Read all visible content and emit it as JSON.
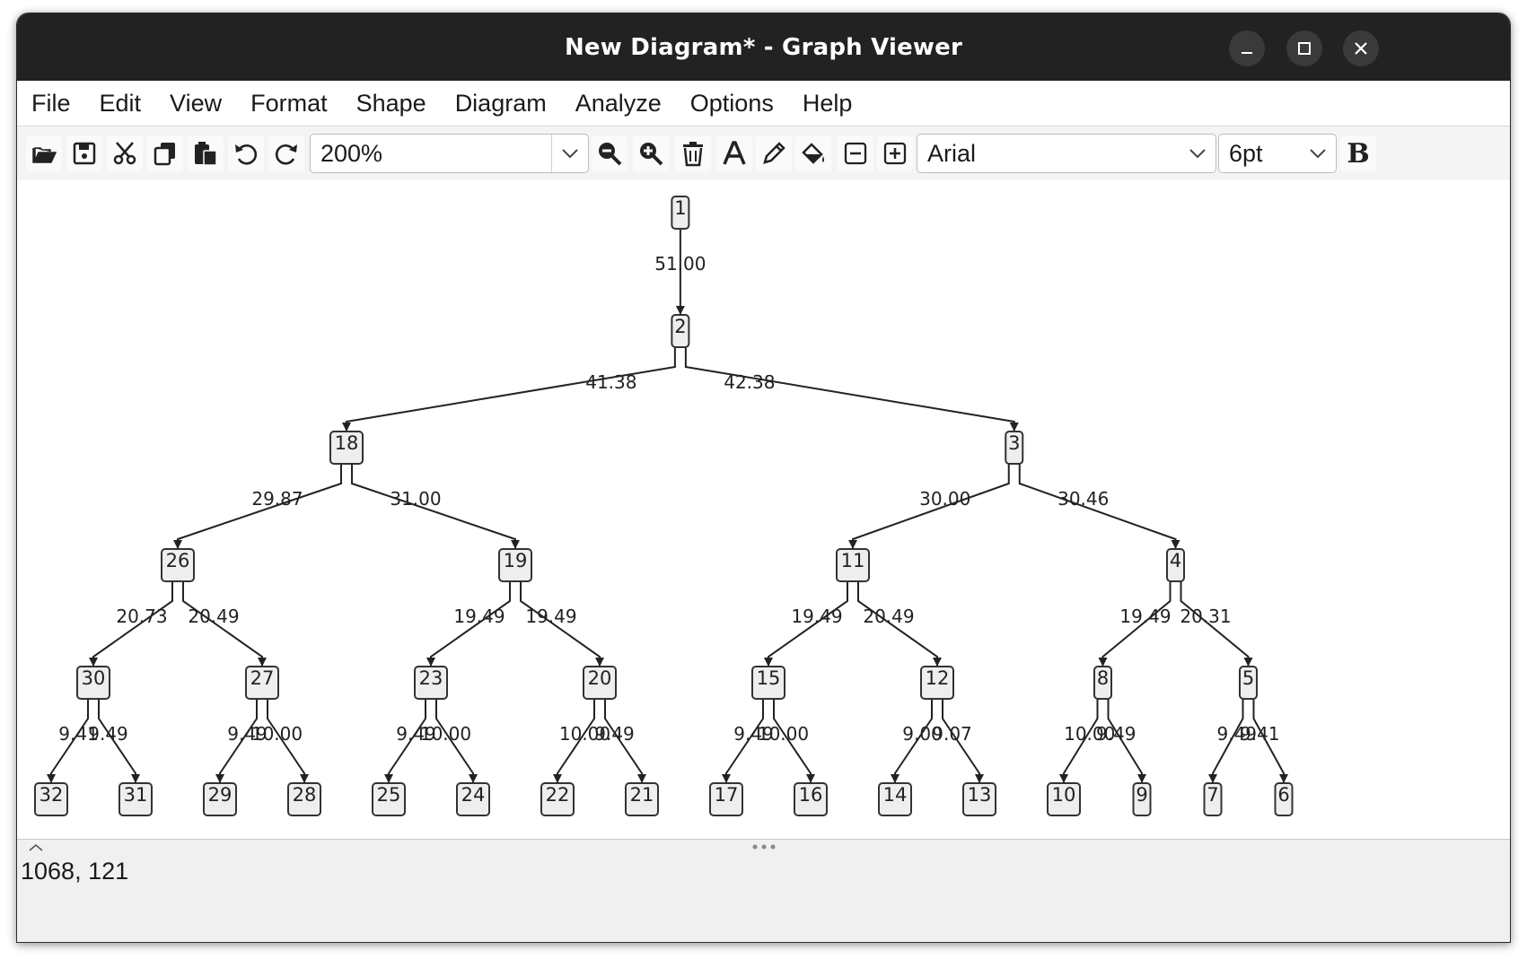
{
  "window": {
    "title": "New Diagram* - Graph Viewer"
  },
  "menu": [
    "File",
    "Edit",
    "View",
    "Format",
    "Shape",
    "Diagram",
    "Analyze",
    "Options",
    "Help"
  ],
  "toolbar": {
    "buttons": [
      "open-icon",
      "save-icon",
      "cut-icon",
      "copy-icon",
      "paste-icon",
      "undo-icon",
      "redo-icon",
      "zoom-out-icon",
      "zoom-in-icon",
      "delete-icon",
      "text-icon",
      "pencil-icon",
      "fill-icon",
      "collapse-icon",
      "expand-icon",
      "bold-icon"
    ],
    "zoom": "200%",
    "font": "Arial",
    "font_size": "6pt",
    "bold_label": "B"
  },
  "graph": {
    "nodes": [
      {
        "id": "1"
      },
      {
        "id": "2"
      },
      {
        "id": "18"
      },
      {
        "id": "3"
      },
      {
        "id": "26"
      },
      {
        "id": "19"
      },
      {
        "id": "11"
      },
      {
        "id": "4"
      },
      {
        "id": "30"
      },
      {
        "id": "27"
      },
      {
        "id": "23"
      },
      {
        "id": "20"
      },
      {
        "id": "15"
      },
      {
        "id": "12"
      },
      {
        "id": "8"
      },
      {
        "id": "5"
      },
      {
        "id": "32"
      },
      {
        "id": "31"
      },
      {
        "id": "29"
      },
      {
        "id": "28"
      },
      {
        "id": "25"
      },
      {
        "id": "24"
      },
      {
        "id": "22"
      },
      {
        "id": "21"
      },
      {
        "id": "17"
      },
      {
        "id": "16"
      },
      {
        "id": "14"
      },
      {
        "id": "13"
      },
      {
        "id": "10"
      },
      {
        "id": "9"
      },
      {
        "id": "7"
      },
      {
        "id": "6"
      }
    ],
    "edges": [
      {
        "from": "1",
        "to": "2",
        "label": "51.00"
      },
      {
        "from": "2",
        "to": "18",
        "label": "41.38"
      },
      {
        "from": "2",
        "to": "3",
        "label": "42.38"
      },
      {
        "from": "18",
        "to": "26",
        "label": "29.87"
      },
      {
        "from": "18",
        "to": "19",
        "label": "31.00"
      },
      {
        "from": "3",
        "to": "11",
        "label": "30.00"
      },
      {
        "from": "3",
        "to": "4",
        "label": "30.46"
      },
      {
        "from": "26",
        "to": "30",
        "label": "20.73"
      },
      {
        "from": "26",
        "to": "27",
        "label": "20.49"
      },
      {
        "from": "19",
        "to": "23",
        "label": "19.49"
      },
      {
        "from": "19",
        "to": "20",
        "label": "19.49"
      },
      {
        "from": "11",
        "to": "15",
        "label": "19.49"
      },
      {
        "from": "11",
        "to": "12",
        "label": "20.49"
      },
      {
        "from": "4",
        "to": "8",
        "label": "19.49"
      },
      {
        "from": "4",
        "to": "5",
        "label": "20.31"
      },
      {
        "from": "30",
        "to": "32",
        "label": "9.41"
      },
      {
        "from": "30",
        "to": "31",
        "label": "9.49"
      },
      {
        "from": "27",
        "to": "29",
        "label": "9.49"
      },
      {
        "from": "27",
        "to": "28",
        "label": "10.00"
      },
      {
        "from": "23",
        "to": "25",
        "label": "9.49"
      },
      {
        "from": "23",
        "to": "24",
        "label": "10.00"
      },
      {
        "from": "20",
        "to": "22",
        "label": "10.00"
      },
      {
        "from": "20",
        "to": "21",
        "label": "9.49"
      },
      {
        "from": "15",
        "to": "17",
        "label": "9.49"
      },
      {
        "from": "15",
        "to": "16",
        "label": "10.00"
      },
      {
        "from": "12",
        "to": "14",
        "label": "9.00"
      },
      {
        "from": "12",
        "to": "13",
        "label": "9.07"
      },
      {
        "from": "8",
        "to": "10",
        "label": "10.00"
      },
      {
        "from": "8",
        "to": "9",
        "label": "9.49"
      },
      {
        "from": "5",
        "to": "7",
        "label": "9.49"
      },
      {
        "from": "5",
        "to": "6",
        "label": "9.41"
      }
    ]
  },
  "status": {
    "coords": "1068, 121"
  }
}
